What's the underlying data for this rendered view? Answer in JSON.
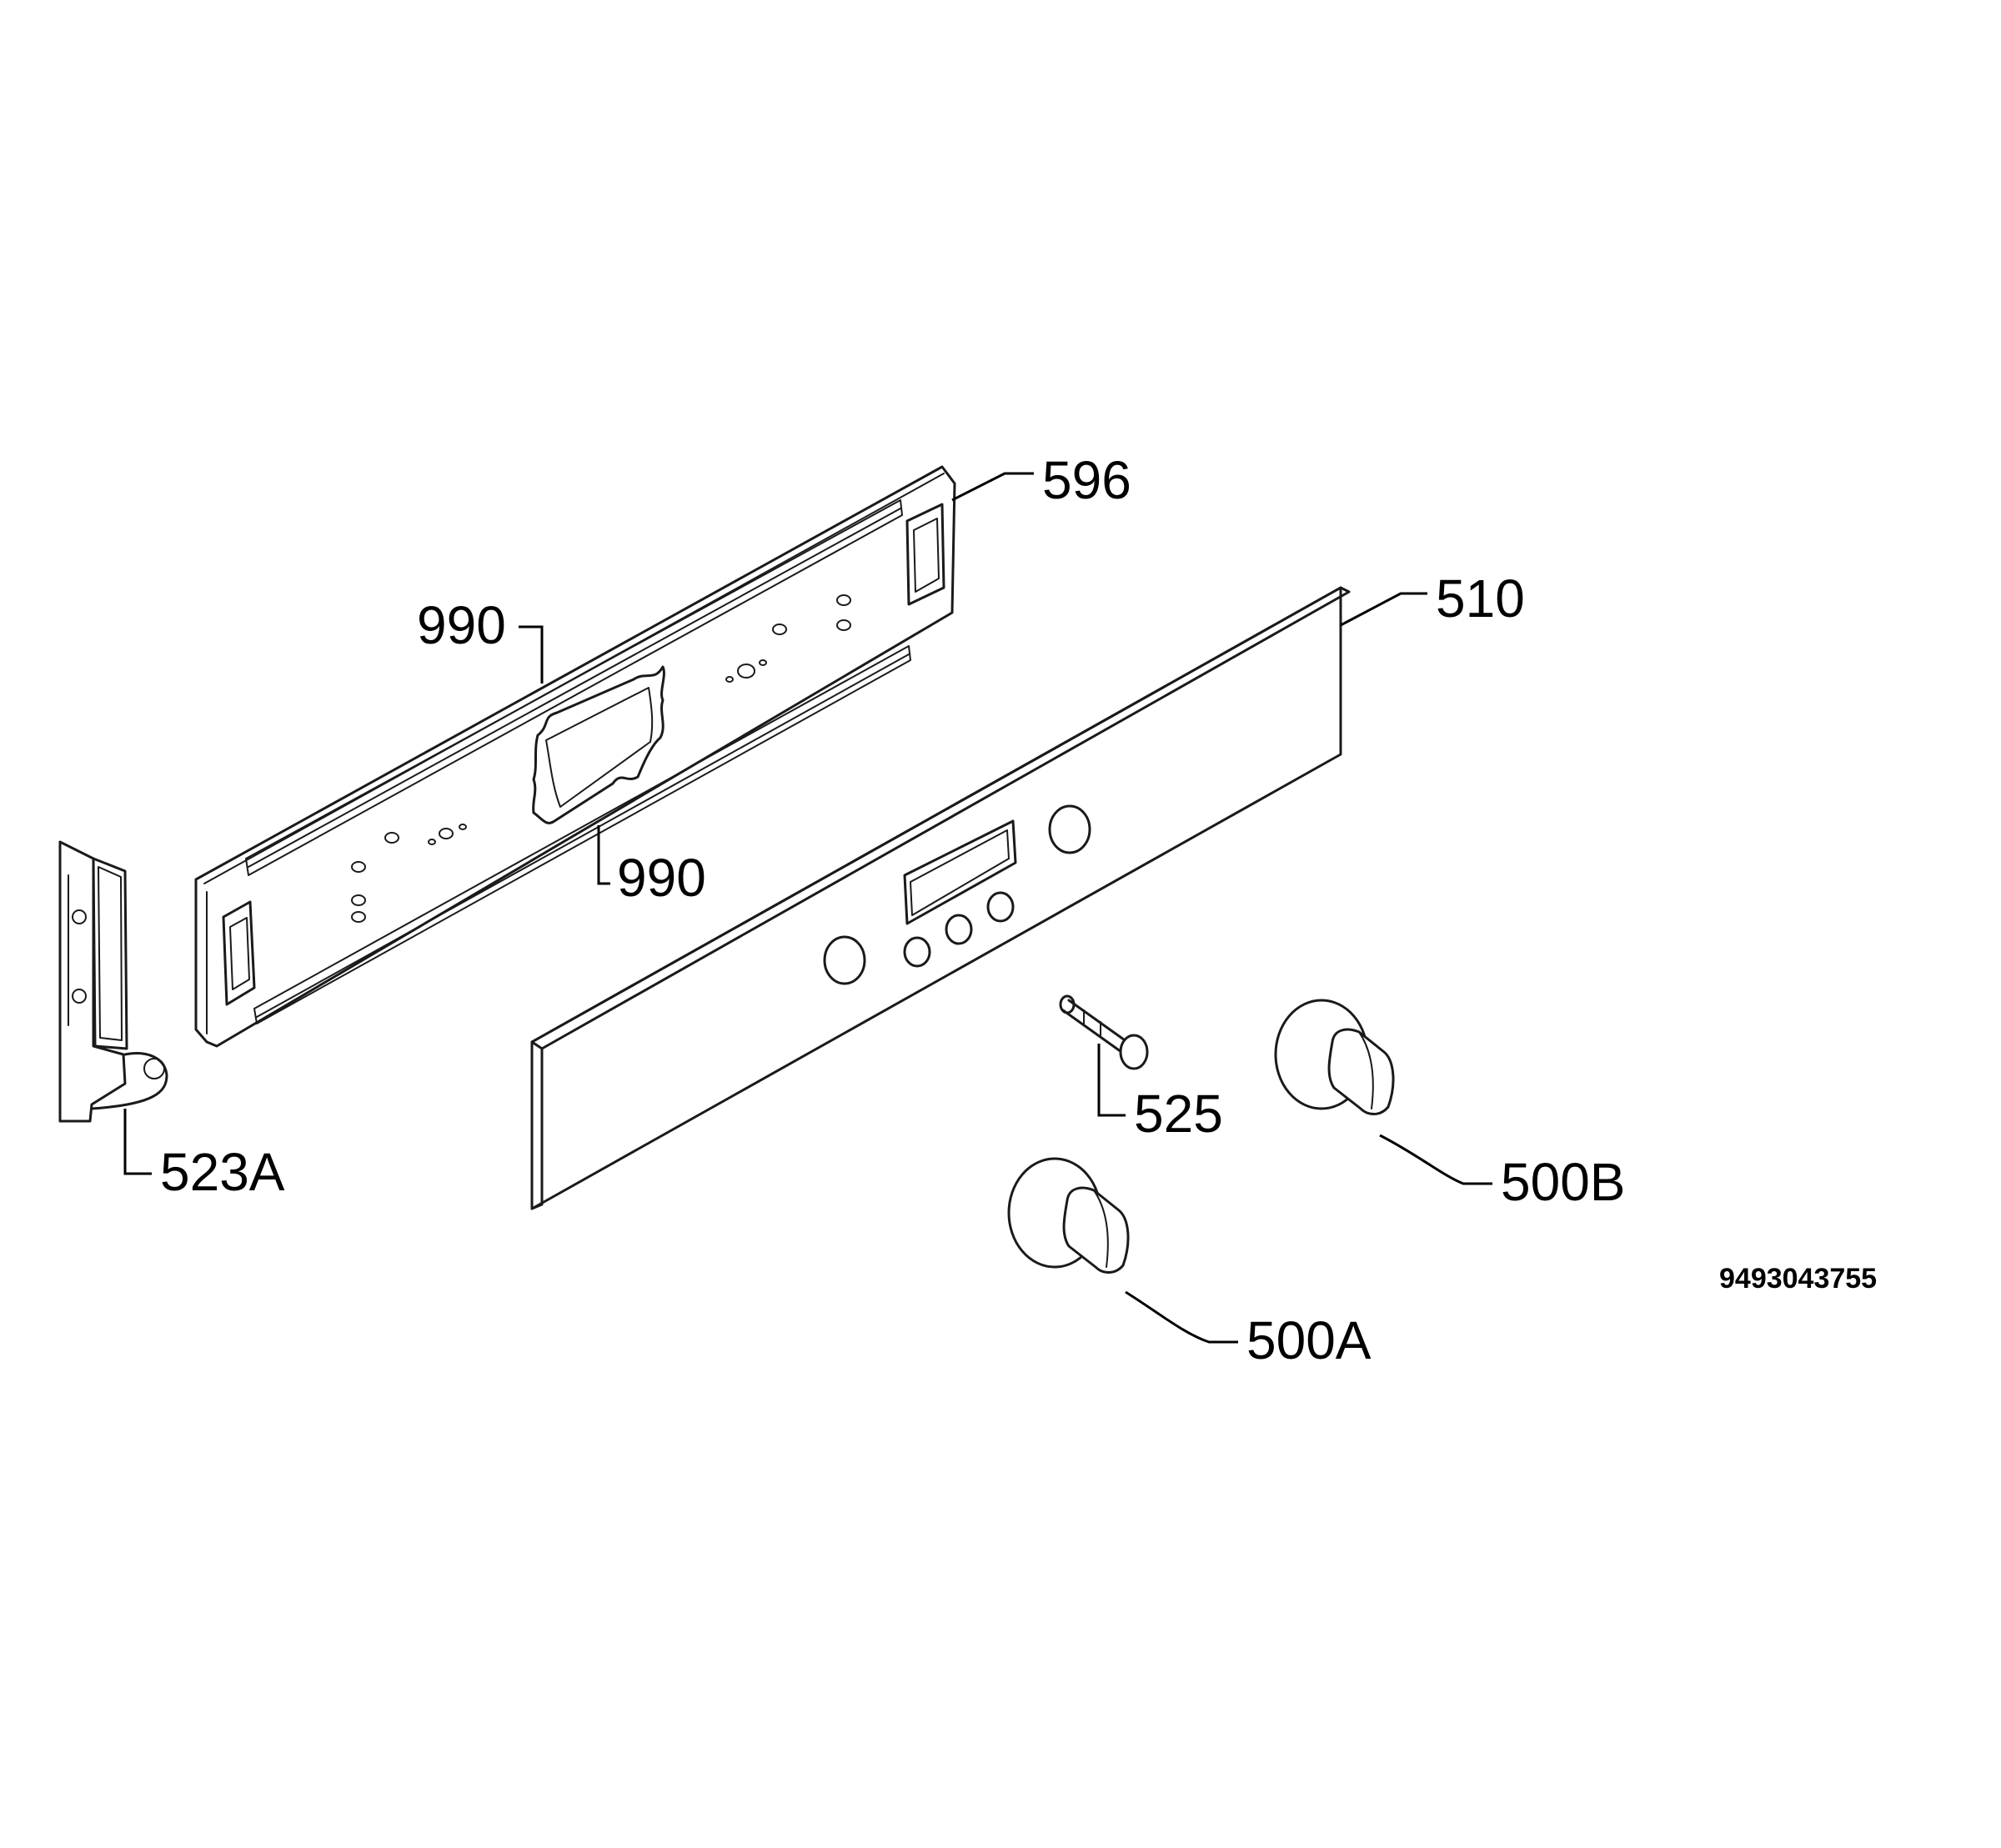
{
  "labels": {
    "p596": "596",
    "p990_top": "990",
    "p990_bottom": "990",
    "p510": "510",
    "p523A": "523A",
    "p525": "525",
    "p500B": "500B",
    "p500A": "500A"
  },
  "drawing_code": "9493043755"
}
